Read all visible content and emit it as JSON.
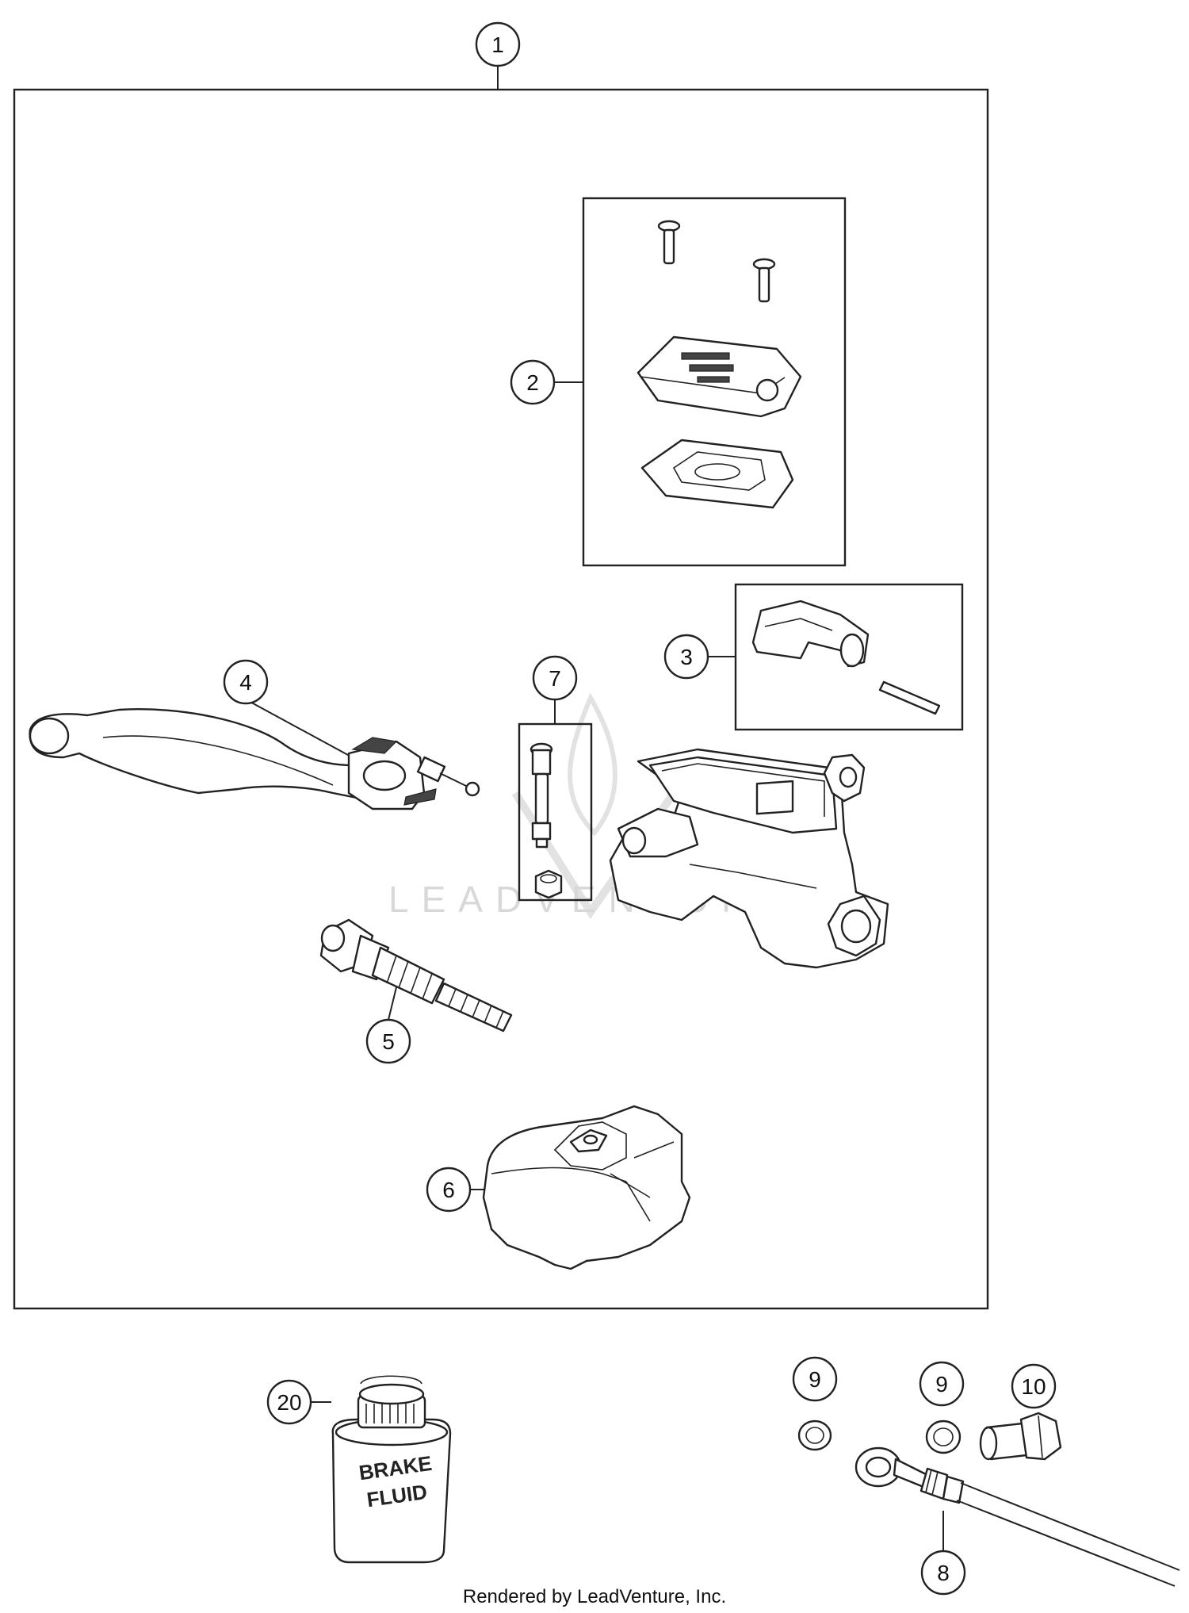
{
  "callouts": {
    "c1": "1",
    "c2": "2",
    "c3": "3",
    "c4": "4",
    "c5": "5",
    "c6": "6",
    "c7": "7",
    "c8": "8",
    "c9a": "9",
    "c9b": "9",
    "c10": "10",
    "c20": "20"
  },
  "bottle_label": {
    "line1": "BRAKE",
    "line2": "FLUID"
  },
  "watermark": "LEADVENTURE",
  "footer": "Rendered by LeadVenture, Inc."
}
